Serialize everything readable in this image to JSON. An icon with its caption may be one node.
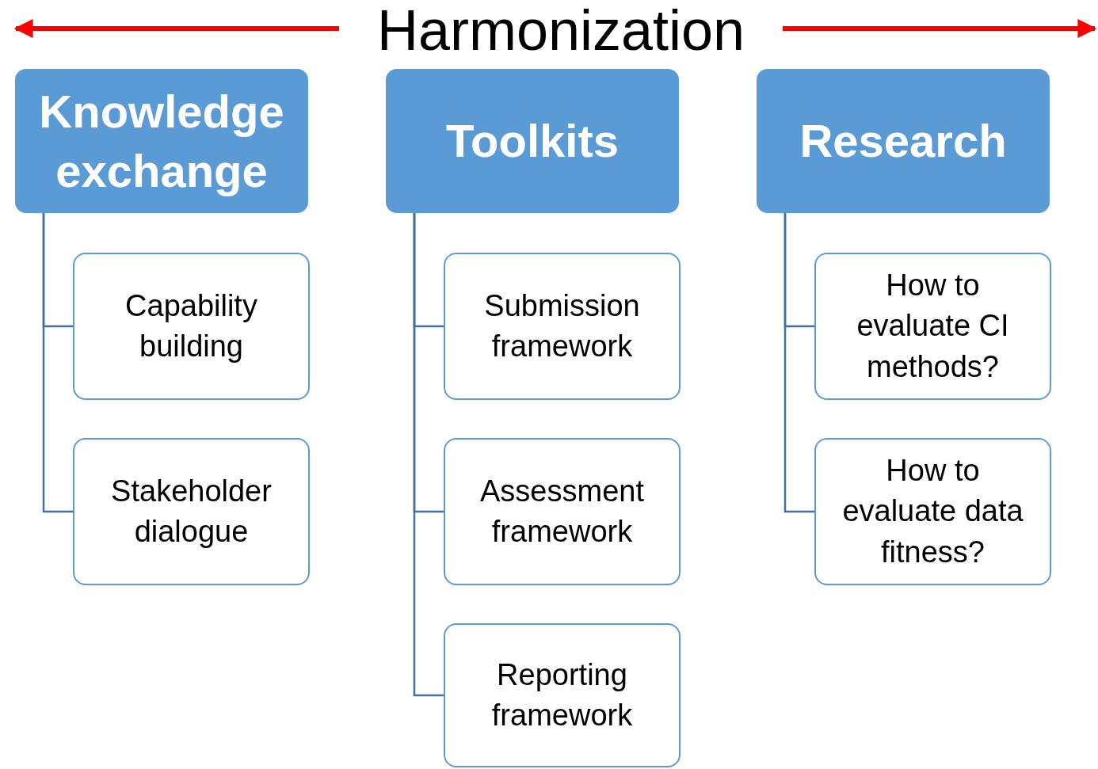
{
  "diagram": {
    "title": "Harmonization",
    "nodes": [
      {
        "text": [
          "Knowledge exchange"
        ]
      },
      {
        "text": [
          "Capability building"
        ]
      },
      {
        "text": [
          "Stakeholder dialogue"
        ]
      },
      {
        "text": [
          "Toolkits"
        ]
      },
      {
        "text": [
          "Submission framework"
        ]
      },
      {
        "text": [
          "Assessment framework"
        ]
      },
      {
        "text": [
          "Reporting framework"
        ]
      },
      {
        "text": [
          "Research"
        ]
      },
      {
        "text": [
          "How to evaluate CI methods?"
        ]
      },
      {
        "text": [
          "How to evaluate data fitness?"
        ]
      }
    ],
    "edges": [
      {
        "from": 0,
        "to": 1,
        "arrow": "none"
      },
      {
        "from": 0,
        "to": 2,
        "arrow": "none"
      },
      {
        "from": 3,
        "to": 4,
        "arrow": "none"
      },
      {
        "from": 3,
        "to": 5,
        "arrow": "none"
      },
      {
        "from": 3,
        "to": 6,
        "arrow": "none"
      },
      {
        "from": 7,
        "to": 8,
        "arrow": "none"
      },
      {
        "from": 7,
        "to": 9,
        "arrow": "none"
      }
    ]
  }
}
